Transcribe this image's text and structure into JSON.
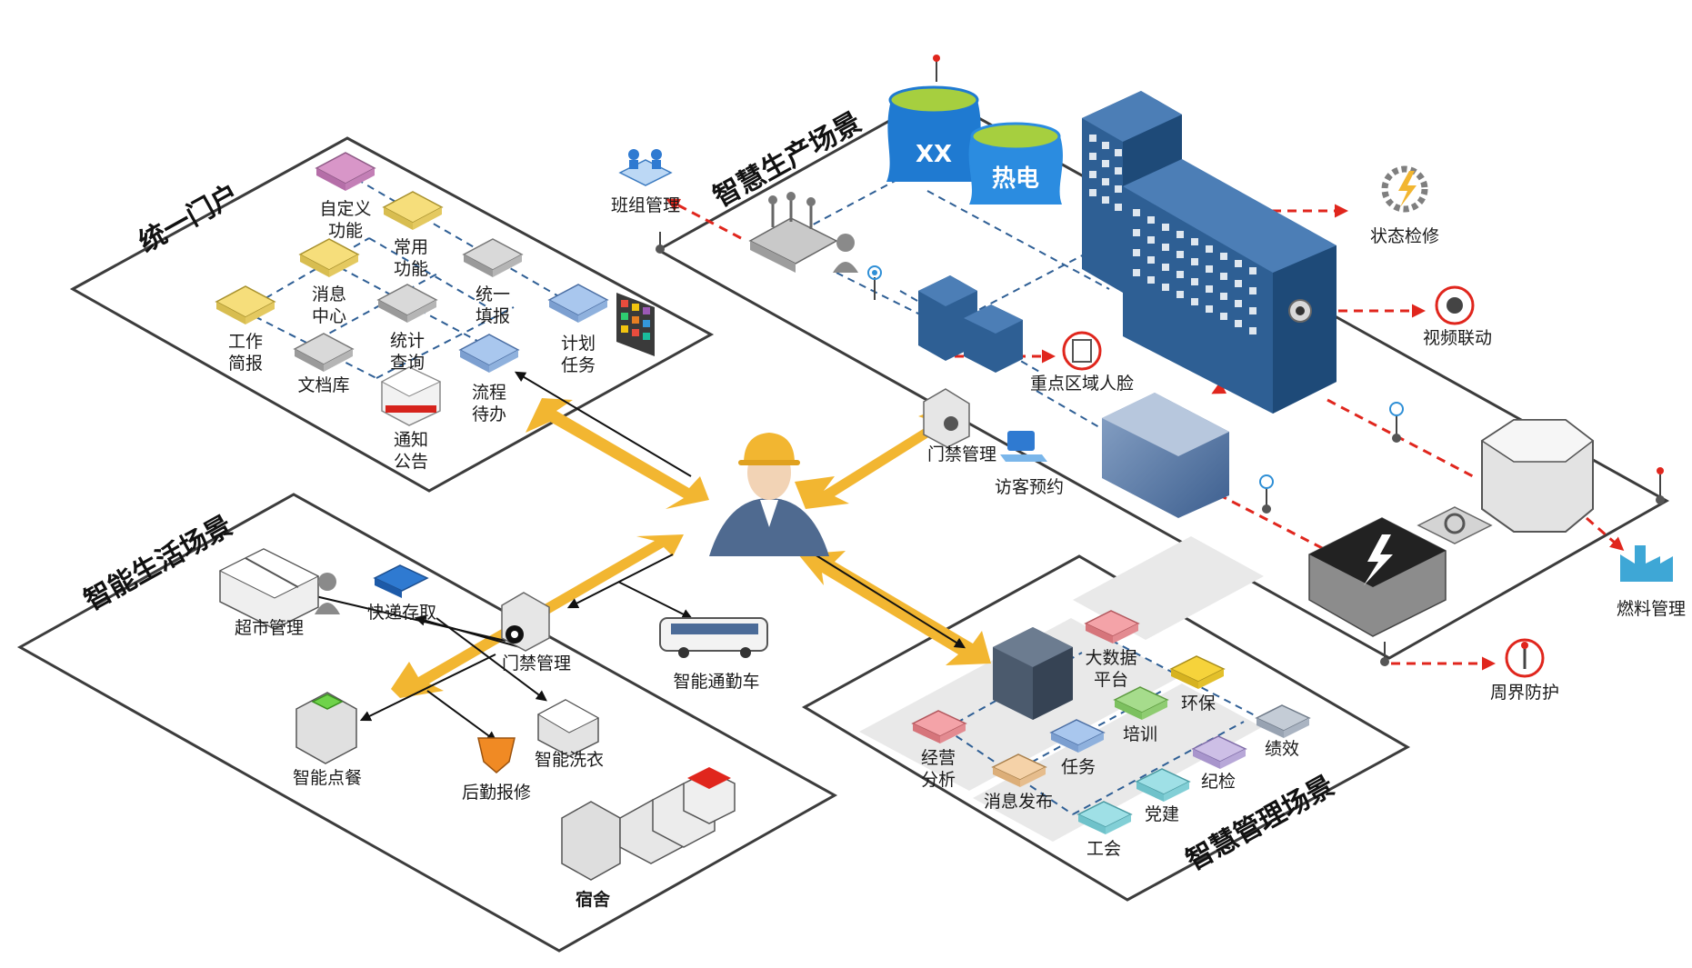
{
  "panels": {
    "portal": {
      "title": "统一门户",
      "items": {
        "custom": [
          "自定义",
          "功能"
        ],
        "common": [
          "常用",
          "功能"
        ],
        "message": [
          "消息",
          "中心"
        ],
        "fill": [
          "统一",
          "填报"
        ],
        "report": [
          "工作",
          "简报"
        ],
        "query": [
          "统计",
          "查询"
        ],
        "plan": [
          "计划",
          "任务"
        ],
        "docs": "文档库",
        "flow": [
          "流程",
          "待办"
        ],
        "notice": [
          "通知",
          "公告"
        ]
      }
    },
    "production": {
      "title": "智慧生产场景",
      "plant_badges": [
        "XX",
        "热电"
      ],
      "team": "班组管理",
      "status": "状态检修",
      "video": "视频联动",
      "face": "重点区域人脸",
      "fuel": "燃料管理",
      "perimeter": "周界防护"
    },
    "access": {
      "gate": "门禁管理",
      "visitor": "访客预约"
    },
    "life": {
      "title": "智能生活场景",
      "market": "超市管理",
      "express": "快递存取",
      "gate": "门禁管理",
      "bus": "智能通勤车",
      "meal": "智能点餐",
      "laundry": "智能洗衣",
      "repair": "后勤报修",
      "dorm": "宿舍"
    },
    "management": {
      "title": "智慧管理场景",
      "bigdata": [
        "大数据",
        "平台"
      ],
      "env": "环保",
      "train": "培训",
      "perf": "绩效",
      "biz": [
        "经营",
        "分析"
      ],
      "task": "任务",
      "discipline": "纪检",
      "news": "消息发布",
      "party": "党建",
      "union": "工会"
    }
  },
  "colors": {
    "arrow_fill": "#f2b631",
    "link_red": "#e0261d",
    "building_blue": "#2e5f94",
    "tower_green": "#a6cf3f",
    "tower_blue": "#1f7ad1"
  },
  "icons": [
    "worker-icon",
    "factory-building-icon",
    "cooling-tower-icon",
    "camera-icon",
    "gear-lightning-icon",
    "face-scan-icon",
    "fuel-factory-icon",
    "sensor-icon",
    "power-station-icon",
    "bus-icon",
    "gate-icon",
    "server-icon"
  ]
}
